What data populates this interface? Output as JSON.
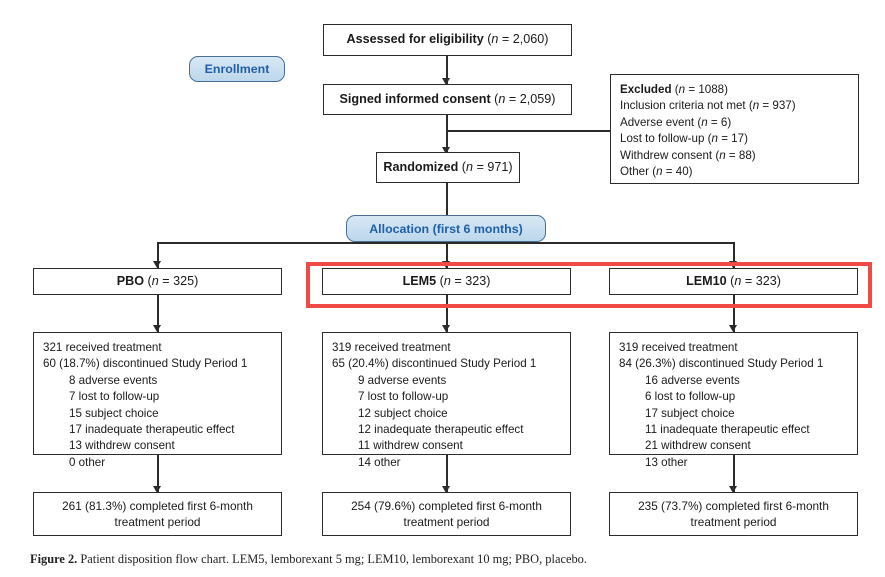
{
  "figure": {
    "caption_label": "Figure 2.",
    "caption_text": "Patient disposition flow chart. LEM5, lemborexant 5 mg; LEM10, lemborexant 10 mg; PBO, placebo."
  },
  "phases": {
    "enrollment": "Enrollment",
    "allocation": "Allocation (first 6 months)"
  },
  "enrollment_boxes": {
    "assessed": {
      "label": "Assessed for eligibility",
      "n": "(n = 2,060)"
    },
    "consent": {
      "label": "Signed informed consent",
      "n": "(n = 2,059)"
    },
    "randomized": {
      "label": "Randomized",
      "n": "(n = 971)"
    }
  },
  "excluded_box": {
    "title": "Excluded",
    "title_n": "(n = 1088)",
    "reasons": [
      "Inclusion criteria not met (n = 937)",
      "Adverse event (n = 6)",
      "Lost to follow-up (n = 17)",
      "Withdrew consent (n = 88)",
      "Other (n = 40)"
    ]
  },
  "arms": [
    {
      "id": "pbo",
      "label": "PBO",
      "n": "(n = 325)",
      "highlighted": false,
      "received": "321 received treatment",
      "discontinued": "60 (18.7%) discontinued Study Period 1",
      "reasons": [
        "8 adverse events",
        "7 lost to follow-up",
        "15 subject choice",
        "17 inadequate therapeutic effect",
        "13 withdrew consent",
        "0 other"
      ],
      "completed_line1": "261 (81.3%) completed first 6-month",
      "completed_line2": "treatment period"
    },
    {
      "id": "lem5",
      "label": "LEM5",
      "n": "(n = 323)",
      "highlighted": true,
      "received": "319 received treatment",
      "discontinued": "65 (20.4%) discontinued Study Period 1",
      "reasons": [
        "9 adverse events",
        "7 lost to follow-up",
        "12 subject choice",
        "12 inadequate therapeutic effect",
        "11 withdrew consent",
        "14 other"
      ],
      "completed_line1": "254 (79.6%) completed first 6-month",
      "completed_line2": "treatment period"
    },
    {
      "id": "lem10",
      "label": "LEM10",
      "n": "(n = 323)",
      "highlighted": true,
      "received": "319 received treatment",
      "discontinued": "84 (26.3%) discontinued Study Period 1",
      "reasons": [
        "16 adverse events",
        "6 lost to follow-up",
        "17 subject choice",
        "11 inadequate therapeutic effect",
        "21 withdrew consent",
        "13 other"
      ],
      "completed_line1": "235 (73.7%) completed first 6-month",
      "completed_line2": "treatment period"
    }
  ],
  "colors": {
    "badge_fill": "#c9dced",
    "badge_text": "#1f5fa6",
    "badge_border": "#4a6f93",
    "box_border": "#2b2b2b",
    "highlight": "#ef4a46",
    "background": "#ffffff"
  }
}
